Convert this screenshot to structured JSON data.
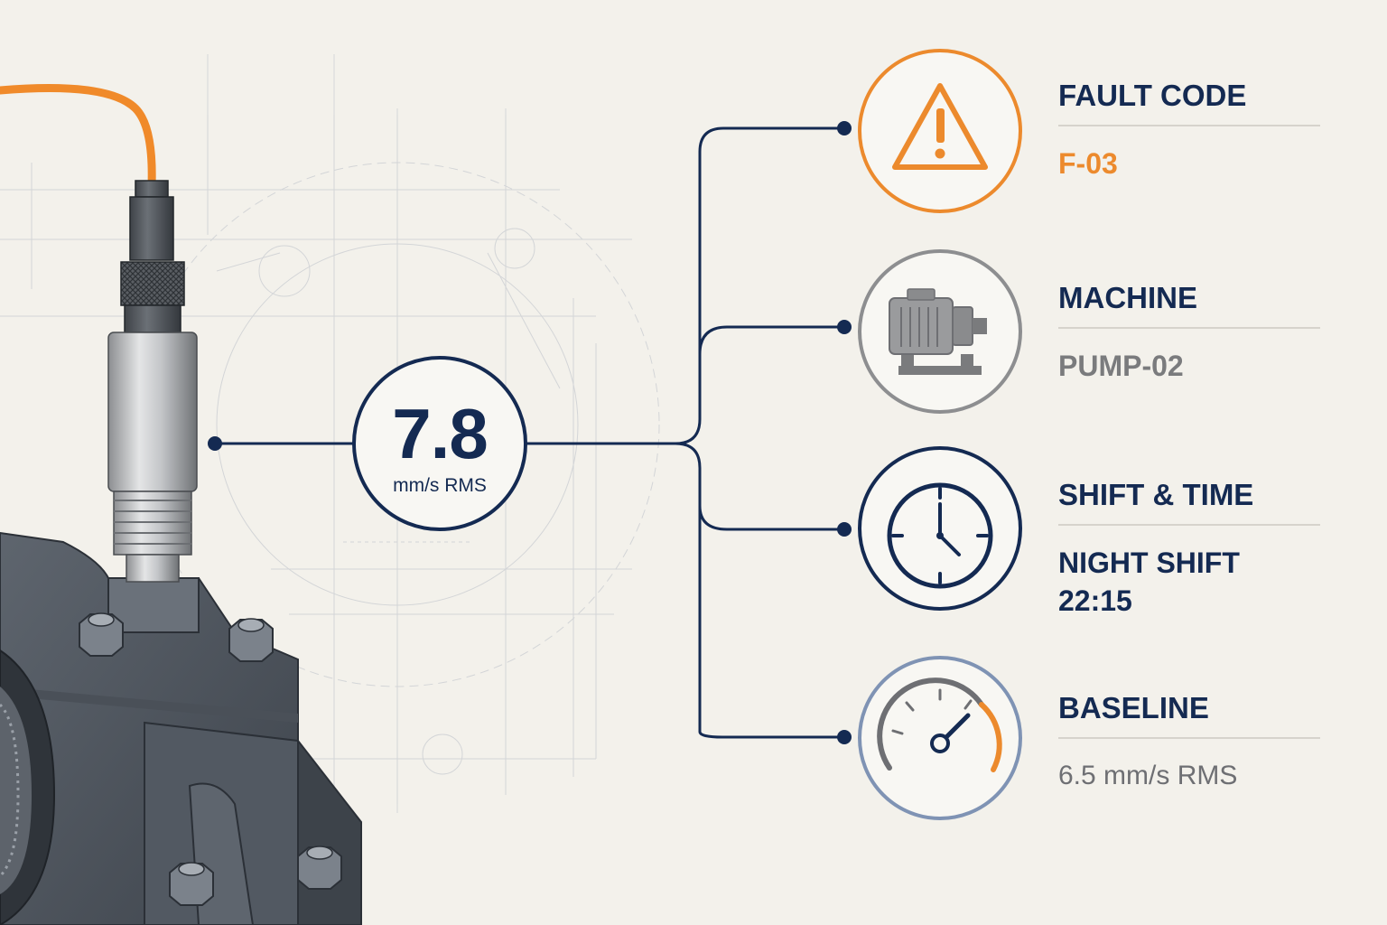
{
  "reading": {
    "value": "7.8",
    "unit": "mm/s RMS"
  },
  "cards": [
    {
      "label": "FAULT CODE",
      "value": "F-03",
      "icon": "warning-triangle-icon",
      "accent": "#ec8a2d"
    },
    {
      "label": "MACHINE",
      "value": "PUMP-02",
      "icon": "pump-motor-icon",
      "accent": "#8d8e90"
    },
    {
      "label": "SHIFT & TIME",
      "value_line1": "NIGHT SHIFT",
      "value_line2": "22:15",
      "icon": "clock-icon",
      "accent": "#142a52"
    },
    {
      "label": "BASELINE",
      "value": "6.5 mm/s RMS",
      "icon": "gauge-icon",
      "accent": "#7f93b4"
    }
  ],
  "colors": {
    "navy": "#142a52",
    "orange": "#ec8a2d",
    "grey": "#8d8e90",
    "steel_blue": "#7f93b4",
    "background": "#f3f1eb"
  },
  "illustration": {
    "subject": "vibration sensor mounted on bearing housing",
    "cable_color": "#f08a2a"
  }
}
